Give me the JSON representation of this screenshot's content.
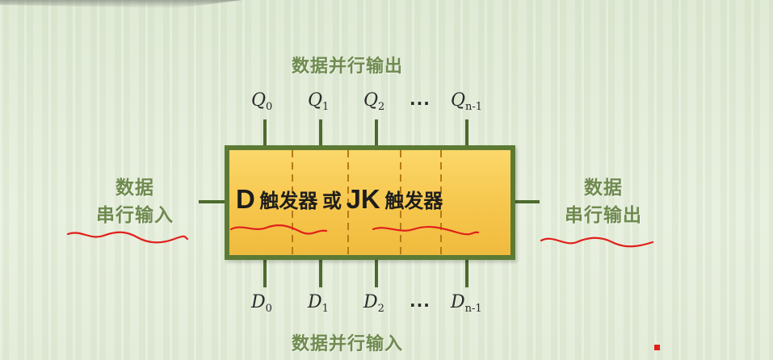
{
  "top_label": "数据并行输出",
  "bottom_label": "数据并行输入",
  "left_label": {
    "line1": "数据",
    "line2": "串行输入"
  },
  "right_label": {
    "line1": "数据",
    "line2": "串行输出"
  },
  "box": {
    "part1": "D",
    "part2": "触发器",
    "part3": "或",
    "part4": "JK",
    "part5": "触发器"
  },
  "outputs": [
    {
      "sym": "Q",
      "sub": "0"
    },
    {
      "sym": "Q",
      "sub": "1"
    },
    {
      "sym": "Q",
      "sub": "2"
    },
    {
      "sym": "Q",
      "sub": "n-1"
    }
  ],
  "inputs": [
    {
      "sym": "D",
      "sub": "0"
    },
    {
      "sym": "D",
      "sub": "1"
    },
    {
      "sym": "D",
      "sub": "2"
    },
    {
      "sym": "D",
      "sub": "n-1"
    }
  ],
  "ellipsis": "···",
  "colors": {
    "background": "#e3ecd9",
    "label_green": "#6f8a4f",
    "box_fill": "#f6c64c",
    "box_border": "#5c7a34",
    "pin_line": "#4d6a2e",
    "divider": "#b77a12",
    "annotation_red": "#e0201c"
  }
}
